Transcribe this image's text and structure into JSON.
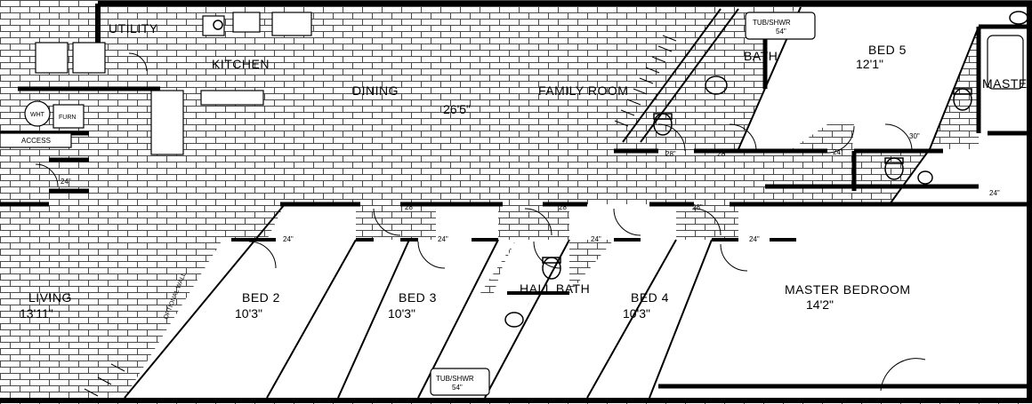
{
  "plan": {
    "rooms": {
      "utility": "UTILITY",
      "kitchen": "KITCHEN",
      "dining": "DINING",
      "dining_dim": "26'5\"",
      "family_room": "FAMILY ROOM",
      "bath": "BATH",
      "bed5": "BED 5",
      "bed5_dim": "12'1\"",
      "master_bath": "MASTER BATH",
      "living": "LIVING",
      "living_dim": "13'11\"",
      "bed2": "BED 2",
      "bed2_dim": "10'3\"",
      "bed3": "BED 3",
      "bed3_dim": "10'3\"",
      "hall_bath": "HALL BATH",
      "bed4": "BED 4",
      "bed4_dim": "10'3\"",
      "master_bedroom": "MASTER BEDROOM",
      "master_bedroom_dim": "14'2\""
    },
    "fixtures": {
      "tub_top": "TUB/SHWR",
      "tub_top_size": "54\"",
      "tub_bottom": "TUB/SHWR",
      "tub_bottom_size": "54\"",
      "access": "ACCESS",
      "wht": "WHT",
      "furn": "FURN",
      "optional_wall": "OPTIONAL WALL"
    },
    "door_widths": {
      "d1": "24\"",
      "d2": "24\"",
      "d3": "24\"",
      "d4": "24\"",
      "d5": "24\"",
      "d6": "24\"",
      "d7": "24\"",
      "d8": "28\"",
      "d9": "28\"",
      "d10": "28\"",
      "d11": "28\"",
      "d12": "28\"",
      "d13": "30\""
    }
  }
}
